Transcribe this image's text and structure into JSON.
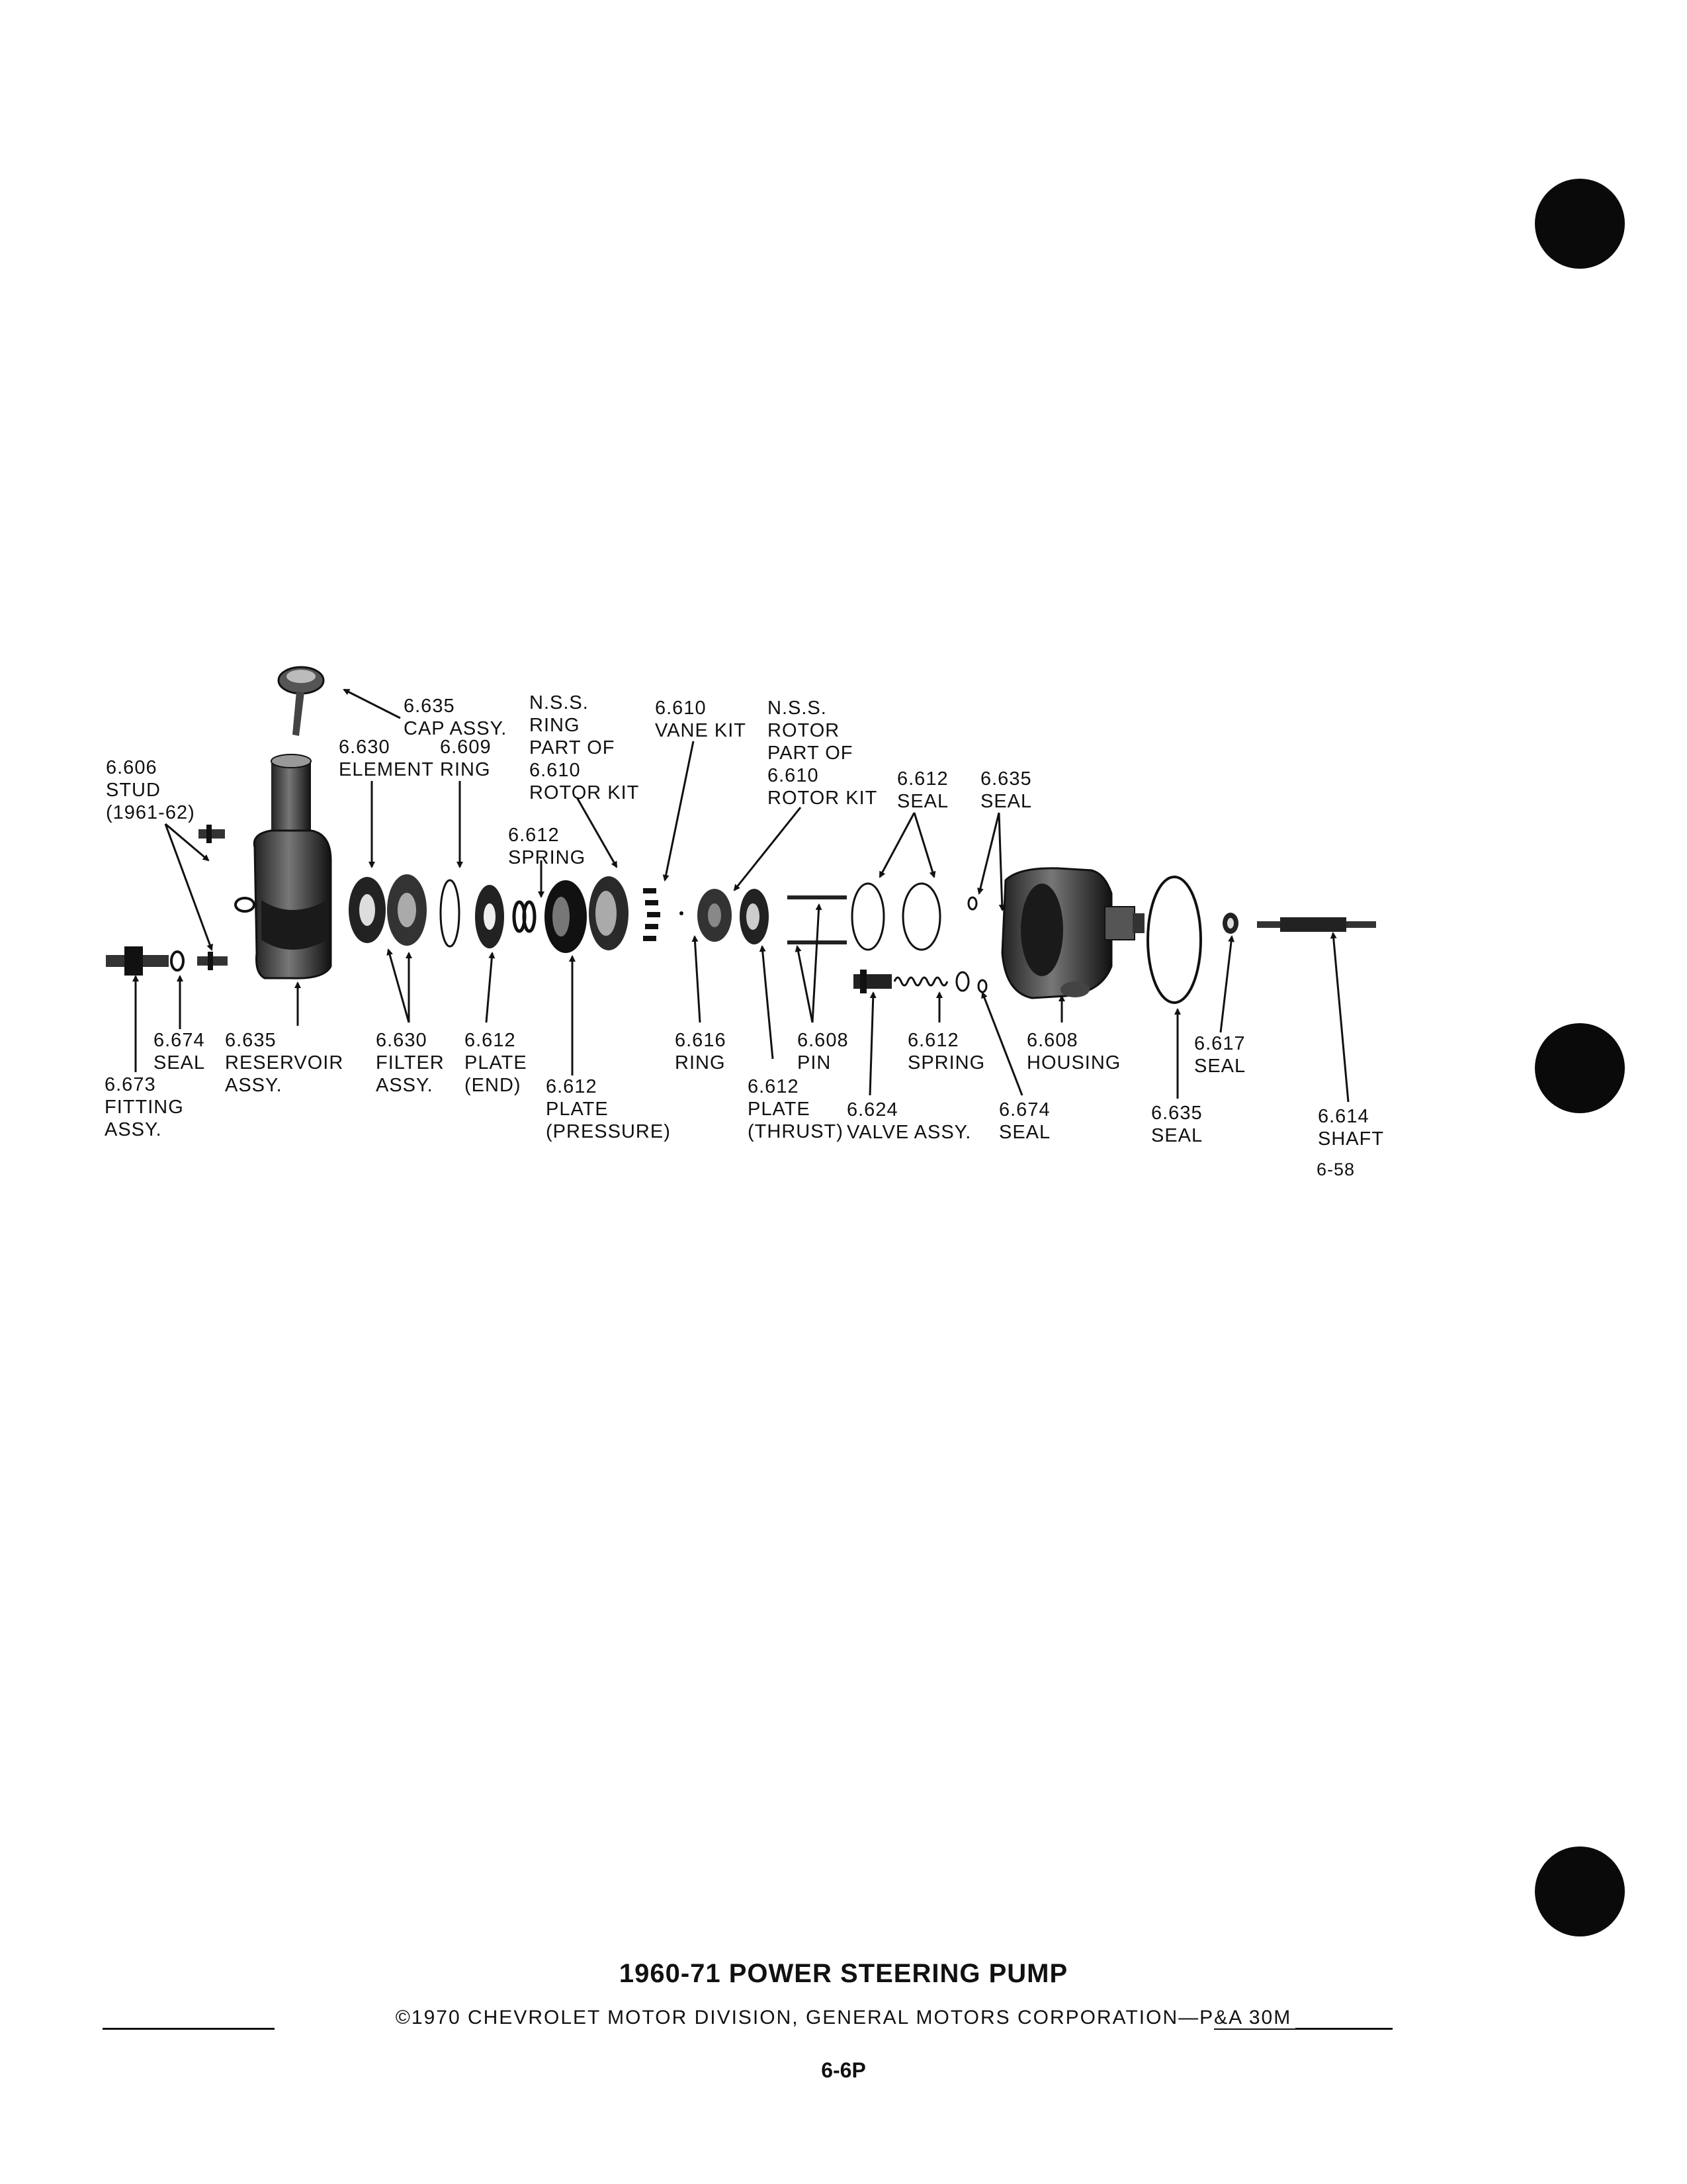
{
  "callouts": [
    {
      "id": "cap",
      "lines": [
        "6.635",
        "CAP ASSY."
      ]
    },
    {
      "id": "stud",
      "lines": [
        "6.606",
        "STUD",
        "(1961-62)"
      ]
    },
    {
      "id": "element",
      "lines": [
        "6.630",
        "ELEMENT"
      ]
    },
    {
      "id": "ring609",
      "lines": [
        "6.609",
        "RING"
      ]
    },
    {
      "id": "nssring",
      "lines": [
        "N.S.S.",
        "RING",
        "PART OF",
        "6.610",
        "ROTOR KIT"
      ]
    },
    {
      "id": "vanekit",
      "lines": [
        "6.610",
        "VANE KIT"
      ]
    },
    {
      "id": "nssrotor",
      "lines": [
        "N.S.S.",
        "ROTOR",
        "PART OF",
        "6.610",
        "ROTOR KIT"
      ]
    },
    {
      "id": "seal612",
      "lines": [
        "6.612",
        "SEAL"
      ]
    },
    {
      "id": "seal635top",
      "lines": [
        "6.635",
        "SEAL"
      ]
    },
    {
      "id": "spring612top",
      "lines": [
        "6.612",
        "SPRING"
      ]
    },
    {
      "id": "seal674left",
      "lines": [
        "6.674",
        "SEAL"
      ]
    },
    {
      "id": "reservoir",
      "lines": [
        "6.635",
        "RESERVOIR",
        "ASSY."
      ]
    },
    {
      "id": "fitting",
      "lines": [
        "6.673",
        "FITTING",
        "ASSY."
      ]
    },
    {
      "id": "filter",
      "lines": [
        "6.630",
        "FILTER",
        "ASSY."
      ]
    },
    {
      "id": "plateend",
      "lines": [
        "6.612",
        "PLATE",
        "(END)"
      ]
    },
    {
      "id": "platepressure",
      "lines": [
        "6.612",
        "PLATE",
        "(PRESSURE)"
      ]
    },
    {
      "id": "ring616",
      "lines": [
        "6.616",
        "RING"
      ]
    },
    {
      "id": "platethrust",
      "lines": [
        "6.612",
        "PLATE",
        "(THRUST)"
      ]
    },
    {
      "id": "pin",
      "lines": [
        "6.608",
        "PIN"
      ]
    },
    {
      "id": "valve",
      "lines": [
        "6.624",
        "VALVE ASSY."
      ]
    },
    {
      "id": "spring612bot",
      "lines": [
        "6.612",
        "SPRING"
      ]
    },
    {
      "id": "seal674right",
      "lines": [
        "6.674",
        "SEAL"
      ]
    },
    {
      "id": "housing",
      "lines": [
        "6.608",
        "HOUSING"
      ]
    },
    {
      "id": "seal635bot",
      "lines": [
        "6.635",
        "SEAL"
      ]
    },
    {
      "id": "seal617",
      "lines": [
        "6.617",
        "SEAL"
      ]
    },
    {
      "id": "shaft",
      "lines": [
        "6.614",
        "SHAFT"
      ]
    }
  ],
  "figure_number": "6-58",
  "title": "1960-71 POWER STEERING PUMP",
  "copyright": "©1970 CHEVROLET MOTOR DIVISION, GENERAL MOTORS CORPORATION—P&A 30M",
  "page_number": "6-6P"
}
